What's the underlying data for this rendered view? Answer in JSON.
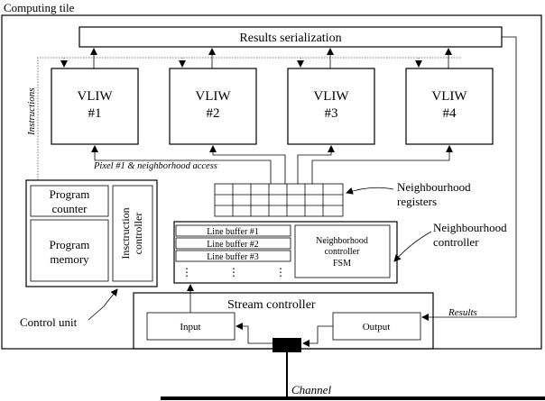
{
  "tile_label": "Computing tile",
  "results_serialization": "Results serialization",
  "vliw_units": [
    {
      "name": "VLIW",
      "number": "#1"
    },
    {
      "name": "VLIW",
      "number": "#2"
    },
    {
      "name": "VLIW",
      "number": "#3"
    },
    {
      "name": "VLIW",
      "number": "#4"
    }
  ],
  "instructions_label": "Instructions",
  "pixel_access_label": "Pixel #1 & neighborhood access",
  "control_unit": {
    "program_counter": [
      "Program",
      "counter"
    ],
    "program_memory": [
      "Program",
      "memory"
    ],
    "instruction_controller": [
      "Insctruction",
      "controller"
    ],
    "callout": "Control unit"
  },
  "neighbourhood_registers_callout": [
    "Neighbourhood",
    "registers"
  ],
  "neighbourhood_controller_callout": [
    "Neighbourhood",
    "controller"
  ],
  "line_buffers": [
    "Line buffer #1",
    "Line buffer #2",
    "Line buffer #3"
  ],
  "ellipsis": "⋮",
  "fsm": [
    "Neighborhood",
    "controller",
    "FSM"
  ],
  "stream_controller": {
    "title": "Stream controller",
    "input": "Input",
    "output": "Output"
  },
  "results_label": "Results",
  "channel_label": "Channel"
}
